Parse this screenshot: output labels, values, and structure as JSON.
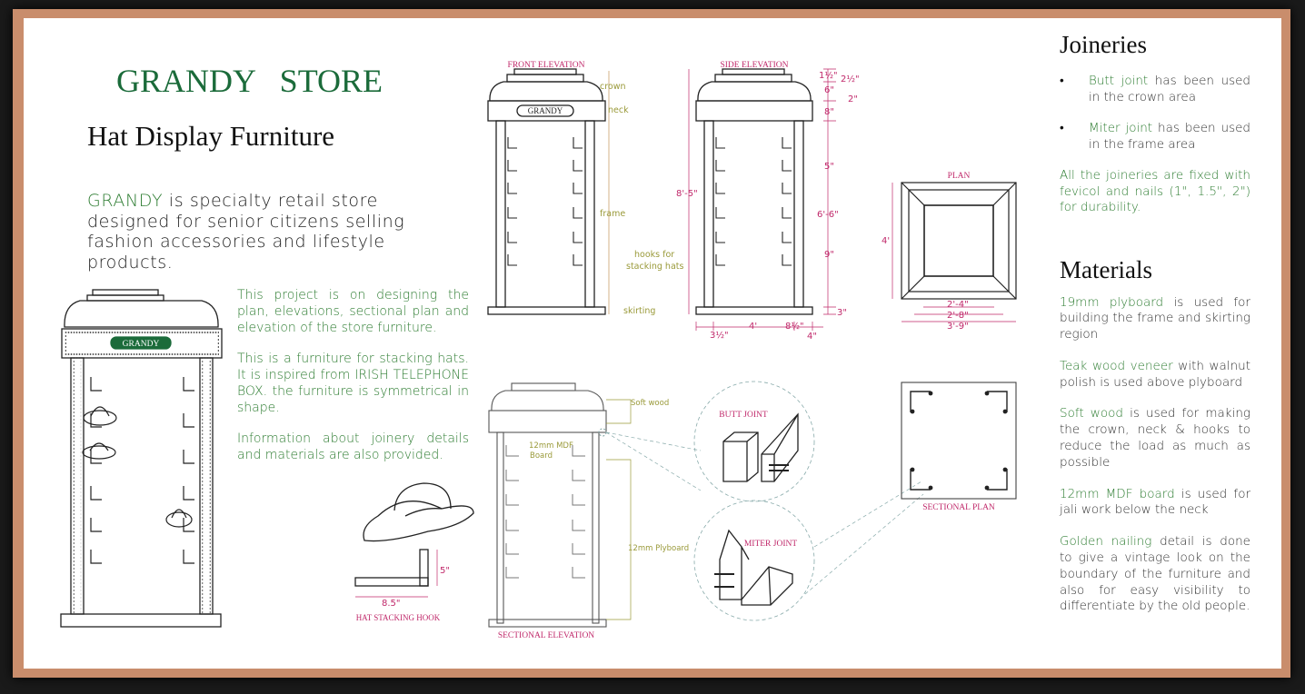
{
  "colors": {
    "frame": "#c98d6c",
    "sheet": "#ffffff",
    "brand_green": "#1b6b3a",
    "accent_green": "#2e7d32",
    "dim_pink": "#c0286a",
    "note_olive": "#9a9a3a"
  },
  "left": {
    "brand": "GRANDY   STORE",
    "subtitle": "Hat Display Furniture",
    "intro": {
      "brand_word": "GRANDY",
      "text": " is specialty retail store designed for senior citizens selling fashion accessories and lifestyle products."
    },
    "desc": [
      "This project is on designing the plan, elevations, sectional plan and elevation of the store furniture.",
      "This is a furniture for stacking hats. It is inspired from IRISH TELEPHONE BOX. the furniture is symmetrical in shape.",
      "Information about joinery details and materials are also provided."
    ],
    "badge": "GRANDY"
  },
  "front": {
    "title": "FRONT ELEVATION",
    "badge": "GRANDY",
    "notes": {
      "crown": "crown",
      "neck": "neck",
      "frame": "frame",
      "hooks1": "hooks for",
      "hooks2": "stacking hats",
      "skirting": "skirting"
    }
  },
  "side": {
    "title": "SIDE ELEVATION",
    "dims": {
      "a": "1½\"",
      "b": "2½\"",
      "c": "6\"",
      "d": "2\"",
      "e": "8\"",
      "f": "5\"",
      "g": "8'-5\"",
      "h": "6'-6\"",
      "i": "9\"",
      "j": "3\"",
      "k": "3½\"",
      "l": "4'",
      "m": "8½\"",
      "n": "4\""
    }
  },
  "plan": {
    "title": "PLAN",
    "dims": {
      "height": "4'",
      "w1": "2'-4\"",
      "w2": "2'-8\"",
      "w3": "3'-9\""
    }
  },
  "hook": {
    "title": "HAT STACKING HOOK",
    "h": "5\"",
    "w": "8.5\""
  },
  "section": {
    "title": "SECTIONAL ELEVATION",
    "notes": {
      "soft": "Soft wood",
      "mdf1": "12mm MDF",
      "mdf2": "Board",
      "ply": "12mm Plyboard"
    }
  },
  "joints": {
    "butt": "BUTT JOINT",
    "miter": "MITER JOINT"
  },
  "splan": {
    "title": "SECTIONAL PLAN"
  },
  "right": {
    "joineries_title": "Joineries",
    "bullets": [
      {
        "term": "Butt joint",
        "rest": " has been used in the crown area"
      },
      {
        "term": "Miter joint",
        "rest": " has been used in the frame area"
      }
    ],
    "joinery_note": "All the joineries are fixed with fevicol and nails (1\", 1.5\", 2\") for durability.",
    "materials_title": "Materials",
    "materials": [
      {
        "term": "19mm plyboard",
        "rest": " is used for building the frame and skirting region"
      },
      {
        "term": "Teak wood veneer",
        "rest": " with walnut polish is used above plyboard"
      },
      {
        "term": "Soft wood",
        "rest": " is used for making the crown, neck & hooks to reduce the load as much as possible"
      },
      {
        "term": "12mm MDF board",
        "rest": " is used for jali work below the neck"
      },
      {
        "term": "Golden nailing",
        "rest": " detail is done to give a vintage look on the boundary of the furniture and also for easy visibility to differentiate by the old people."
      }
    ]
  }
}
